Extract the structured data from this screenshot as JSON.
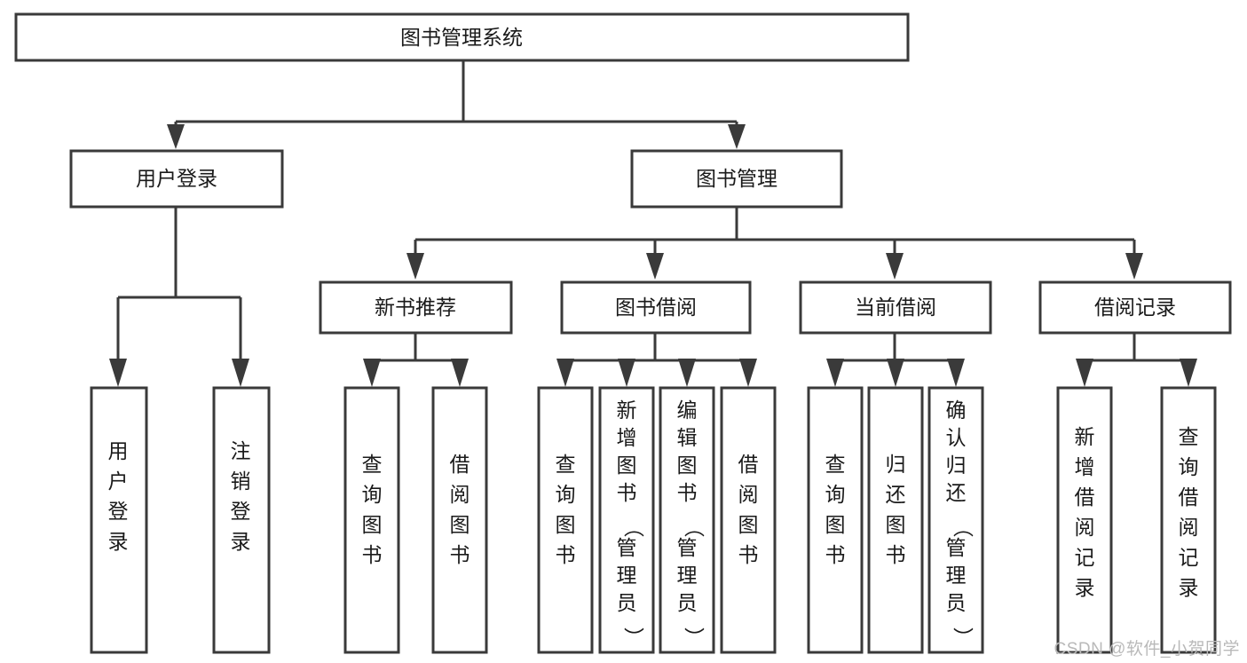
{
  "diagram": {
    "type": "tree-hierarchy",
    "title": "图书管理系统",
    "watermark": "CSDN @软件_小贺同学",
    "colors": {
      "stroke": "#3a3a3a",
      "fill": "#ffffff",
      "text": "#1a1a1a",
      "watermark": "#b9b9b9",
      "background": "#ffffff"
    },
    "levels": {
      "root": {
        "label": "图书管理系统",
        "orientation": "horizontal"
      },
      "level2": [
        {
          "id": "user-login",
          "label": "用户登录",
          "orientation": "horizontal"
        },
        {
          "id": "book-manage",
          "label": "图书管理",
          "orientation": "horizontal"
        }
      ],
      "level3": [
        {
          "id": "new-book-recommend",
          "label": "新书推荐",
          "orientation": "horizontal",
          "parent": "book-manage"
        },
        {
          "id": "book-borrow",
          "label": "图书借阅",
          "orientation": "horizontal",
          "parent": "book-manage"
        },
        {
          "id": "current-borrow",
          "label": "当前借阅",
          "orientation": "horizontal",
          "parent": "book-manage"
        },
        {
          "id": "borrow-record",
          "label": "借阅记录",
          "orientation": "horizontal",
          "parent": "book-manage"
        }
      ],
      "level4": [
        {
          "id": "leaf-user-login",
          "label": "用户登录",
          "orientation": "vertical",
          "parent": "user-login"
        },
        {
          "id": "leaf-logout",
          "label": "注销登录",
          "orientation": "vertical",
          "parent": "user-login"
        },
        {
          "id": "leaf-query-book-1",
          "label": "查询图书",
          "orientation": "vertical",
          "parent": "new-book-recommend"
        },
        {
          "id": "leaf-borrow-book-1",
          "label": "借阅图书",
          "orientation": "vertical",
          "parent": "new-book-recommend"
        },
        {
          "id": "leaf-query-book-2",
          "label": "查询图书",
          "orientation": "vertical",
          "parent": "book-borrow"
        },
        {
          "id": "leaf-add-book",
          "label": "新增图书（管理员）",
          "orientation": "vertical",
          "parent": "book-borrow"
        },
        {
          "id": "leaf-edit-book",
          "label": "编辑图书（管理员）",
          "orientation": "vertical",
          "parent": "book-borrow"
        },
        {
          "id": "leaf-borrow-book-2",
          "label": "借阅图书",
          "orientation": "vertical",
          "parent": "book-borrow"
        },
        {
          "id": "leaf-query-book-3",
          "label": "查询图书",
          "orientation": "vertical",
          "parent": "current-borrow"
        },
        {
          "id": "leaf-return-book",
          "label": "归还图书",
          "orientation": "vertical",
          "parent": "current-borrow"
        },
        {
          "id": "leaf-confirm-return",
          "label": "确认归还（管理员）",
          "orientation": "vertical",
          "parent": "current-borrow"
        },
        {
          "id": "leaf-add-record",
          "label": "新增借阅记录",
          "orientation": "vertical",
          "parent": "borrow-record"
        },
        {
          "id": "leaf-query-record",
          "label": "查询借阅记录",
          "orientation": "vertical",
          "parent": "borrow-record"
        }
      ]
    }
  }
}
